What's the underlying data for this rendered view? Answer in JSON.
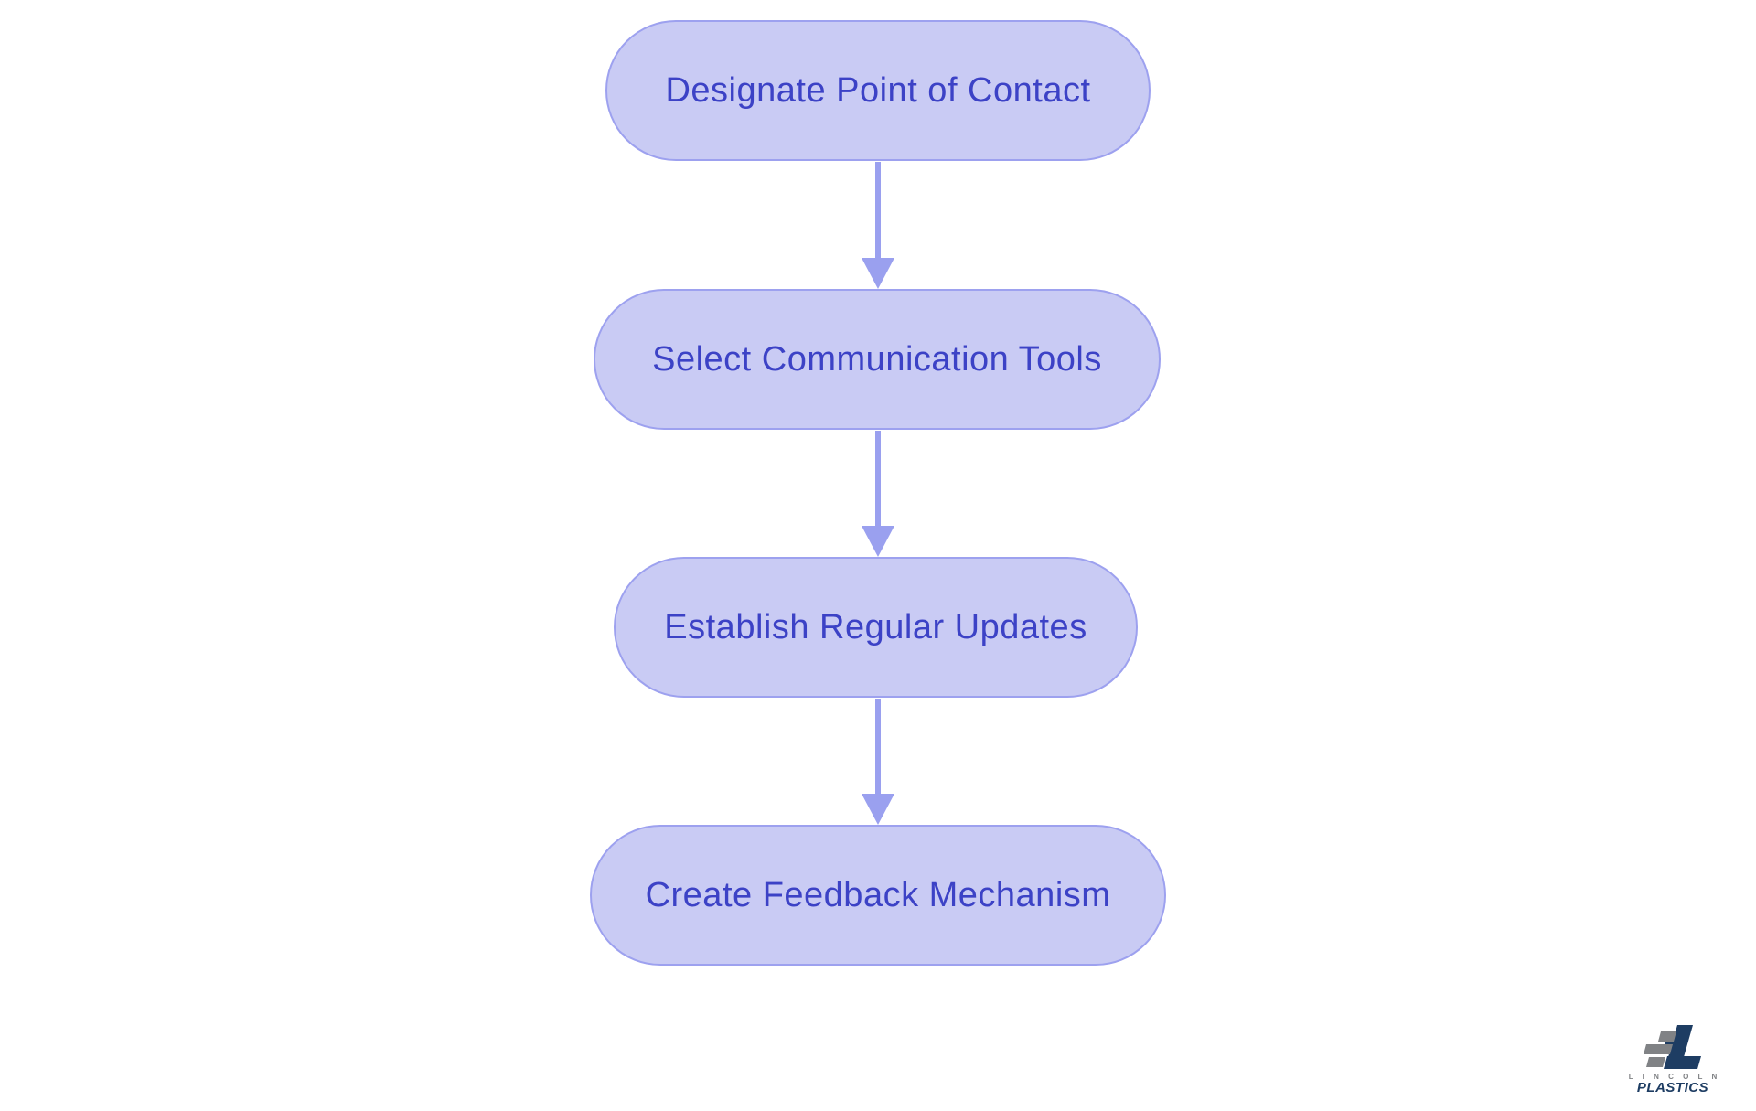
{
  "flowchart": {
    "type": "vertical-process-flow",
    "nodes": [
      {
        "id": "step-1",
        "label": "Designate Point of Contact"
      },
      {
        "id": "step-2",
        "label": "Select Communication Tools"
      },
      {
        "id": "step-3",
        "label": "Establish Regular Updates"
      },
      {
        "id": "step-4",
        "label": "Create Feedback Mechanism"
      }
    ],
    "connections": [
      {
        "from": "step-1",
        "to": "step-2"
      },
      {
        "from": "step-2",
        "to": "step-3"
      },
      {
        "from": "step-3",
        "to": "step-4"
      }
    ]
  },
  "logo": {
    "company": "L I N C O L N",
    "division": "PLASTICS"
  },
  "colors": {
    "node_fill": "#c9cbf4",
    "node_border": "#9da1ef",
    "node_text": "#3c42c6",
    "arrow": "#9aa0ef",
    "background": "#ffffff",
    "logo_navy": "#1e3d63",
    "logo_gray": "#808285"
  }
}
